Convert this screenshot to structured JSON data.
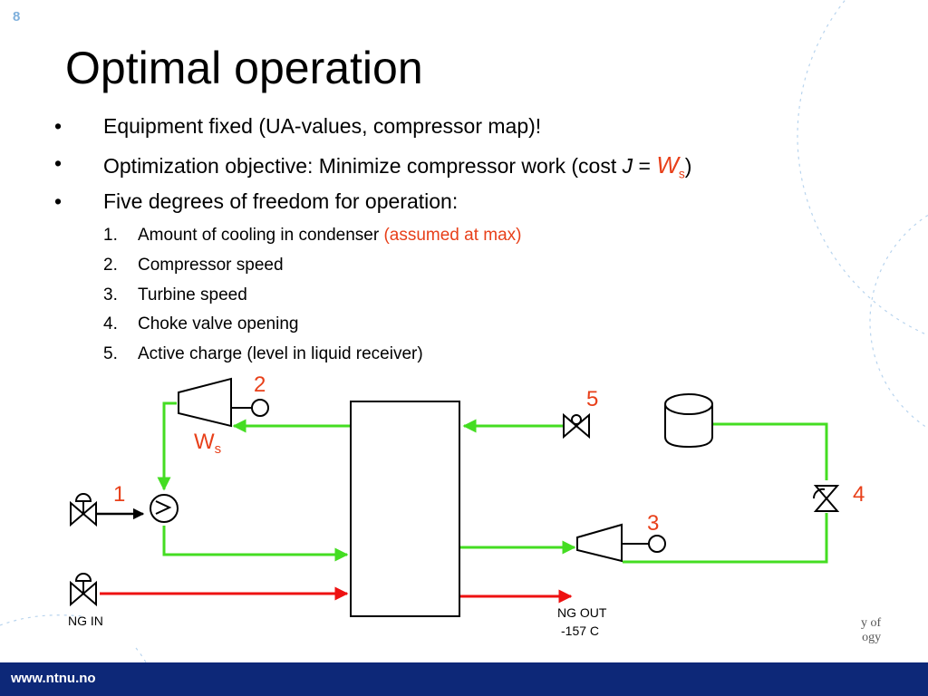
{
  "slide_number": "8",
  "title": "Optimal operation",
  "bullets": {
    "b1": "Equipment fixed (UA-values, compressor map)!",
    "b2_pre": "Optimization objective: Minimize compressor work (cost ",
    "b2_J": "J",
    "b2_eq": " = ",
    "b2_W": "W",
    "b2_s": "s",
    "b2_post": ")",
    "b3": "Five degrees of freedom for operation:",
    "dot": "•"
  },
  "numbered": [
    {
      "num": "1.",
      "text": "Amount of cooling in condenser ",
      "note": "(assumed at max)"
    },
    {
      "num": "2.",
      "text": "Compressor speed"
    },
    {
      "num": "3.",
      "text": "Turbine speed"
    },
    {
      "num": "4.",
      "text": "Choke valve opening"
    },
    {
      "num": "5.",
      "text": "Active charge (level in liquid receiver)"
    }
  ],
  "diagram": {
    "labels": {
      "d1": "1",
      "d2": "2",
      "d3": "3",
      "d4": "4",
      "d5": "5"
    },
    "ws_main": "W",
    "ws_sub": "s",
    "ng_in": "NG IN",
    "ng_out_1": "NG OUT",
    "ng_out_2": "-157 C"
  },
  "colors": {
    "refrigerant": "#44dd22",
    "natural_gas": "#ee1111",
    "label": "#e8401a",
    "footer": "#0d2878"
  },
  "logo_fragment": {
    "line1": "y of",
    "line2": "ogy"
  },
  "footer_url": "www.ntnu.no"
}
